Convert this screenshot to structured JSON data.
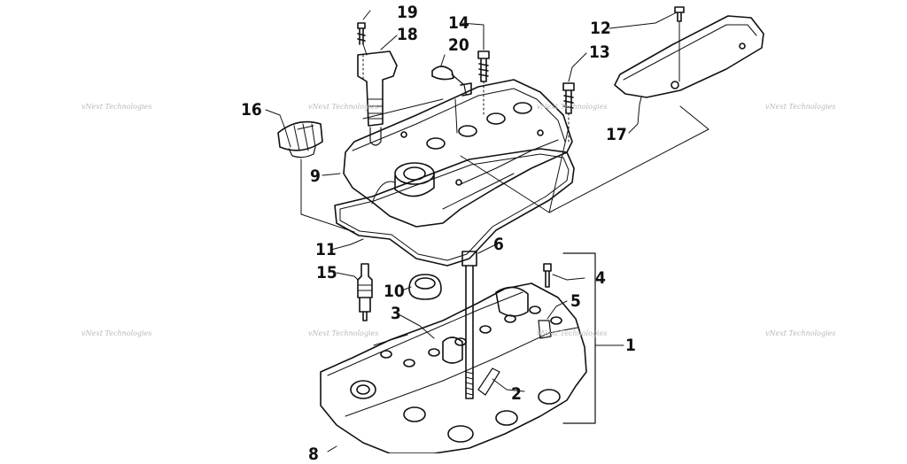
{
  "diagram": {
    "callouts": [
      {
        "id": "1",
        "label": "1"
      },
      {
        "id": "2",
        "label": "2"
      },
      {
        "id": "3",
        "label": "3"
      },
      {
        "id": "4",
        "label": "4"
      },
      {
        "id": "5",
        "label": "5"
      },
      {
        "id": "6",
        "label": "6"
      },
      {
        "id": "8",
        "label": "8"
      },
      {
        "id": "9",
        "label": "9"
      },
      {
        "id": "10",
        "label": "10"
      },
      {
        "id": "11",
        "label": "11"
      },
      {
        "id": "12",
        "label": "12"
      },
      {
        "id": "13",
        "label": "13"
      },
      {
        "id": "14",
        "label": "14"
      },
      {
        "id": "15",
        "label": "15"
      },
      {
        "id": "16",
        "label": "16"
      },
      {
        "id": "17",
        "label": "17"
      },
      {
        "id": "18",
        "label": "18"
      },
      {
        "id": "19",
        "label": "19"
      },
      {
        "id": "20",
        "label": "20"
      }
    ],
    "watermark": "vNext Technologies",
    "colors": {
      "line": "#111111",
      "watermark": "#b8b8b8",
      "background": "#ffffff"
    }
  }
}
